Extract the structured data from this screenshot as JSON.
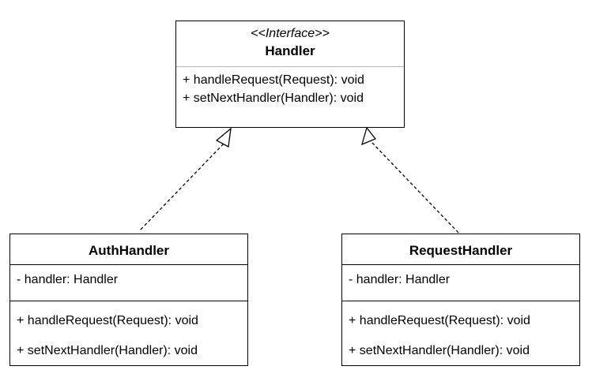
{
  "diagram": {
    "interface": {
      "stereotype": "<<Interface>>",
      "name": "Handler",
      "methods": [
        "+ handleRequest(Request): void",
        "+ setNextHandler(Handler): void"
      ]
    },
    "classes": [
      {
        "name": "AuthHandler",
        "fields": [
          "- handler: Handler"
        ],
        "methods": [
          "+ handleRequest(Request): void",
          "+ setNextHandler(Handler): void"
        ]
      },
      {
        "name": "RequestHandler",
        "fields": [
          "- handler: Handler"
        ],
        "methods": [
          "+ handleRequest(Request): void",
          "+ setNextHandler(Handler): void"
        ]
      }
    ],
    "relationships": [
      {
        "from": "AuthHandler",
        "to": "Handler",
        "type": "realization"
      },
      {
        "from": "RequestHandler",
        "to": "Handler",
        "type": "realization"
      }
    ],
    "colors": {
      "line": "#000000",
      "fill": "#ffffff",
      "divider": "#b3b3b3"
    }
  }
}
